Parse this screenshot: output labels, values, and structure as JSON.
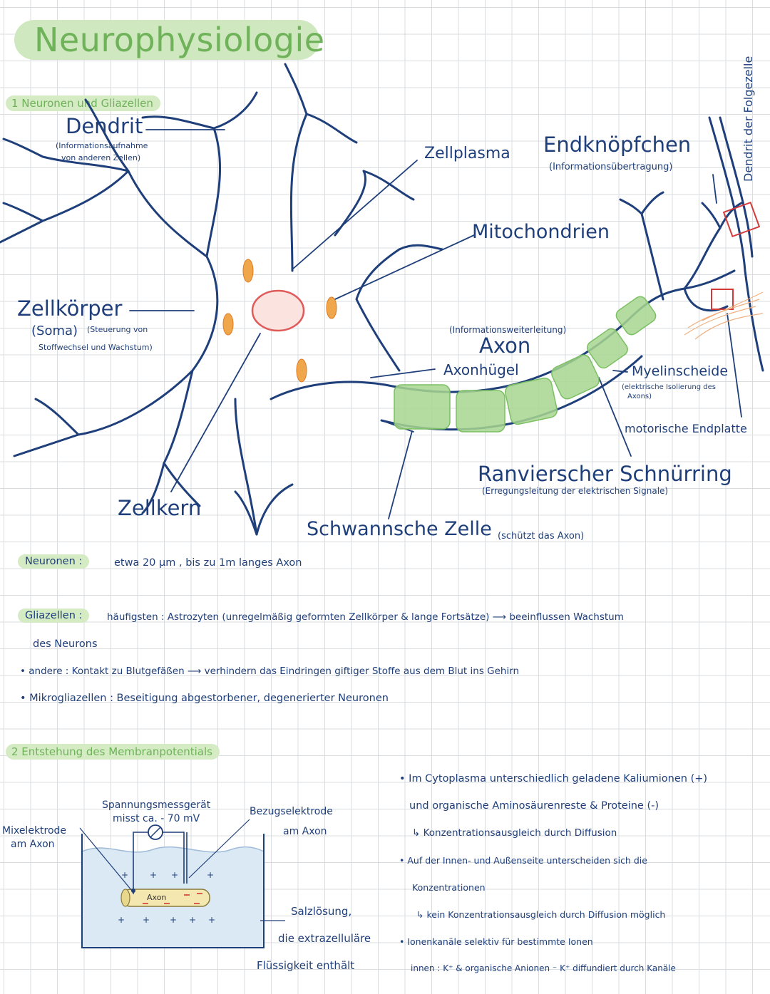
{
  "title": "Neurophysiologie",
  "section1": {
    "heading": "1   Neuronen und Gliazellen",
    "labels": {
      "dendrit": "Dendrit",
      "dendrit_note_1": "(Informationsaufnahme",
      "dendrit_note_2": "von anderen Zellen)",
      "zellplasma": "Zellplasma",
      "endknoepfchen": "Endknöpfchen",
      "endknoepfchen_note": "(Informationsübertragung)",
      "dendrit_folgezelle": "Dendrit der Folgezelle",
      "mitochondrien": "Mitochondrien",
      "zellkoerper": "Zellkörper",
      "soma": "(Soma)",
      "soma_note_1": "(Steuerung von",
      "soma_note_2": "Stoffwechsel und Wachstum)",
      "axon_note": "(Informationsweiterleitung)",
      "axon": "Axon",
      "axonhuegel": "Axonhügel",
      "myelinscheide": "Myelinscheide",
      "myelin_note_1": "(elektrische Isolierung des",
      "myelin_note_2": "Axons)",
      "motorische_endplatte": "motorische Endplatte",
      "ranvier": "Ranvierscher Schnürring",
      "ranvier_note": "(Erregungsleitung der elektrischen Signale)",
      "zellkern": "Zellkern",
      "schwann": "Schwannsche Zelle",
      "schwann_note": "(schützt das Axon)"
    },
    "neuronen_label": "Neuronen :",
    "neuronen_text": "etwa 20 µm , bis zu 1m langes Axon",
    "gliazellen_label": "Gliazellen :",
    "gliazellen_text_1": "häufigsten : Astrozyten (unregelmäßig geformten Zellkörper & lange Fortsätze) ⟶ beeinflussen Wachstum",
    "gliazellen_text_2": "des Neurons",
    "bullet_andere": "• andere : Kontakt zu Blutgefäßen ⟶ verhindern das Eindringen giftiger Stoffe aus dem Blut ins Gehirn",
    "bullet_mikro": "• Mikrogliazellen : Beseitigung abgestorbener, degenerierter Neuronen"
  },
  "section2": {
    "heading": "2   Entstehung des Membranpotentials",
    "diagram": {
      "spannung_1": "Spannungsmessgerät",
      "spannung_2": "misst ca. - 70 mV",
      "mixelektrode_1": "Mixelektrode",
      "mixelektrode_2": "am Axon",
      "bezug_1": "Bezugselektrode",
      "bezug_2": "am Axon",
      "axon": "Axon",
      "salz_1": "Salzlösung,",
      "salz_2": "die extrazelluläre",
      "salz_3": "Flüssigkeit enthält"
    },
    "notes": [
      "• Im Cytoplasma unterschiedlich geladene Kaliumionen (+)",
      "und organische Aminosäurenreste & Proteine (-)",
      "↳ Konzentrationsausgleich durch Diffusion",
      "• Auf der Innen- und Außenseite unterscheiden sich die",
      "Konzentrationen",
      "↳ kein Konzentrationsausgleich durch Diffusion möglich",
      "• Ionenkanäle selektiv für bestimmte Ionen",
      "innen : K⁺ & organische Anionen ⁻     K⁺ diffundiert durch Kanäle"
    ]
  },
  "colors": {
    "ink": "#1f3f7a",
    "accent_green": "#6fb25a",
    "highlight": "#d4ebc4",
    "myelin": "#a8d68f",
    "mitochondria": "#f0a64a",
    "nucleus": "#e05a5a",
    "synapse_box": "#d23a3a",
    "water": "#dbe9f5"
  }
}
